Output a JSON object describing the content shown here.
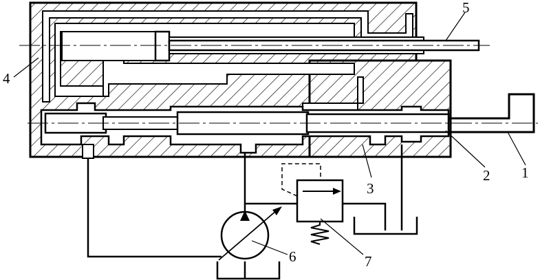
{
  "diagram": {
    "colors": {
      "ink": "#000000",
      "paper": "#ffffff"
    },
    "labels": {
      "l1": "1",
      "l2": "2",
      "l3": "3",
      "l4": "4",
      "l5": "5",
      "l6": "6",
      "l7": "7"
    }
  }
}
